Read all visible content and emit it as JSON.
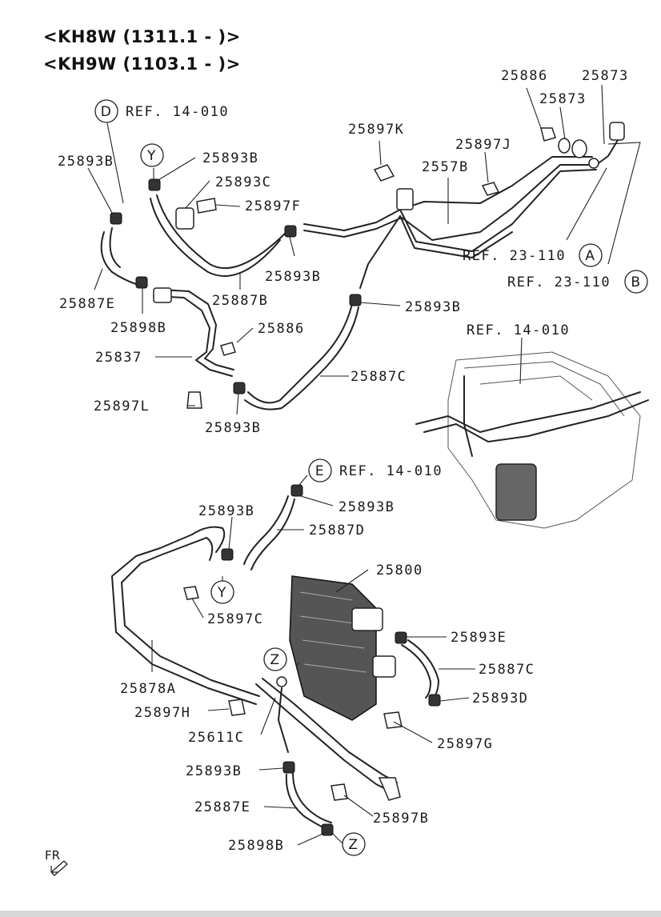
{
  "header": {
    "line1": "<KH8W (1311.1 - )>",
    "line2": "<KH9W (1103.1 - )>"
  },
  "callouts": {
    "c25886_top": "25886",
    "c25873_top": "25873",
    "c25873_mid": "25873",
    "c25897K": "25897K",
    "c25897J": "25897J",
    "c2557B": "2557B",
    "c25893B_a": "25893B",
    "c25893B_b": "25893B",
    "c25893C": "25893C",
    "c25897F": "25897F",
    "c25893B_c": "25893B",
    "c25893B_d": "25893B",
    "c25887E_top": "25887E",
    "c25887B": "25887B",
    "c25898B": "25898B",
    "c25886_mid": "25886",
    "c25837": "25837",
    "c25887C_mid": "25887C",
    "c25897L": "25897L",
    "c25893B_e": "25893B",
    "c25893B_f": "25893B",
    "c25887D": "25887D",
    "c25893B_g": "25893B",
    "c25800": "25800",
    "c25897C": "25897C",
    "c25893E": "25893E",
    "c25887C_low": "25887C",
    "c25893D": "25893D",
    "c25878A": "25878A",
    "c25897H": "25897H",
    "c25897G": "25897G",
    "c25611C": "25611C",
    "c25893B_h": "25893B",
    "c25887E_low": "25887E",
    "c25897B": "25897B",
    "c25898B_low": "25898B"
  },
  "refs": {
    "d_ref": "REF. 14-010",
    "a_ref": "REF. 23-110",
    "b_ref": "REF. 23-110",
    "engine_ref": "REF. 14-010",
    "e_ref": "REF. 14-010"
  },
  "circle_labels": {
    "D": "D",
    "Y_top": "Y",
    "A": "A",
    "B": "B",
    "E": "E",
    "Y_low": "Y",
    "Z_left": "Z",
    "Z_bottom": "Z"
  },
  "fr_label": "FR"
}
